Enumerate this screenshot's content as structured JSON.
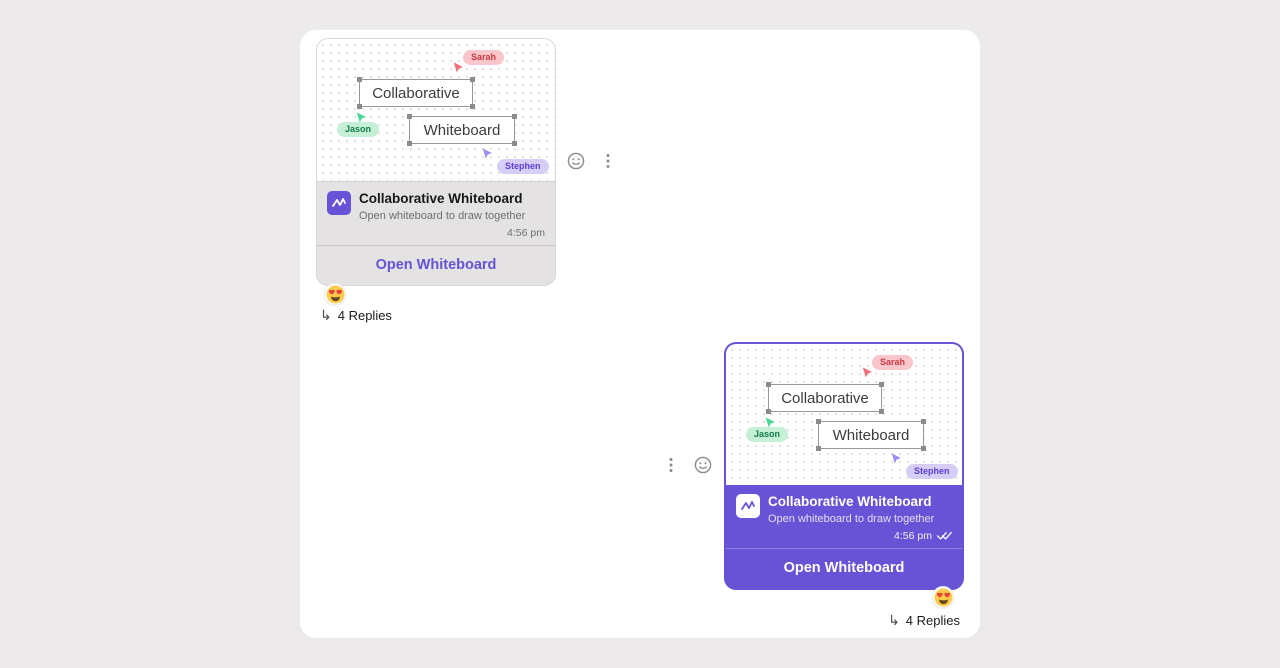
{
  "theme": {
    "accent_purple": "#6852D6",
    "page_background": "#ECEAEA",
    "panel_background": "#FFFFFF",
    "incoming_bubble": "#E4E2E2",
    "sarah_pill_bg": "#F9C6CB",
    "sarah_pill_text": "#CC3A42",
    "jason_pill_bg": "#C5EFD7",
    "jason_pill_text": "#147C49",
    "stephen_pill_bg": "#D7CEF7",
    "stephen_pill_text": "#5A3FD6"
  },
  "icons": {
    "reply_arrow": "↳",
    "add_reaction": "smiley-add-reaction",
    "more_options": "kebab-menu",
    "reaction_emoji": "heart-eyes",
    "read_receipt": "double-check",
    "whiteboard_chip": "whiteboard-scribble"
  },
  "whiteboard_preview": {
    "text_box_1": "Collaborative",
    "text_box_2": "Whiteboard",
    "cursors": {
      "sarah": "Sarah",
      "jason": "Jason",
      "stephen": "Stephen"
    }
  },
  "incoming_message": {
    "title": "Collaborative Whiteboard",
    "subtitle": "Open whiteboard to draw together",
    "timestamp": "4:56 pm",
    "action_button": "Open Whiteboard",
    "thread_replies": "4 Replies"
  },
  "outgoing_message": {
    "title": "Collaborative Whiteboard",
    "subtitle": "Open whiteboard to draw together",
    "timestamp": "4:56 pm",
    "action_button": "Open Whiteboard",
    "thread_replies": "4 Replies"
  }
}
